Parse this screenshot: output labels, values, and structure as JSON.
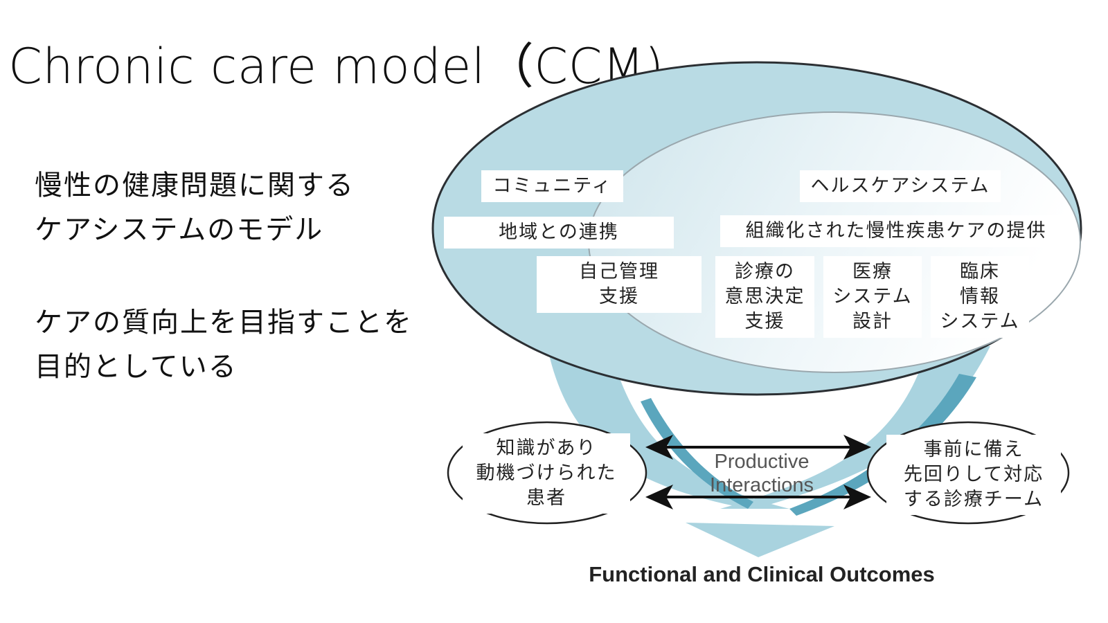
{
  "title": "Chronic care model（CCM)",
  "description": {
    "block1": [
      "慢性の健康問題に関する",
      "ケアシステムのモデル"
    ],
    "block2": [
      "ケアの質向上を目指すことを",
      "目的としている"
    ]
  },
  "diagram": {
    "community_label": "コミュニティ",
    "health_system_label": "ヘルスケアシステム",
    "community_linkage": "地域との連携",
    "organization_of_care": "組織化された慢性疾患ケアの提供",
    "self_management": [
      "自己管理",
      "支援"
    ],
    "decision_support": [
      "診療の",
      "意思決定",
      "支援"
    ],
    "delivery_design": [
      "医療",
      "システム",
      "設計"
    ],
    "clinical_info": [
      "臨床",
      "情報",
      "システム"
    ],
    "patient": [
      "知識があり",
      "動機づけられた",
      "患者"
    ],
    "team": [
      "事前に備え",
      "先回りして対応",
      "する診療チーム"
    ],
    "productive_interactions": [
      "Productive",
      "Interactions"
    ],
    "outcomes": "Functional and Clinical Outcomes"
  },
  "colors": {
    "outer_ellipse": "#b9dbe4",
    "outer_stroke": "#2b2f33",
    "inner_ellipse": "#e6f1f5",
    "arrow": "#a9d3df",
    "arrow_dark": "#5ba6bd"
  }
}
